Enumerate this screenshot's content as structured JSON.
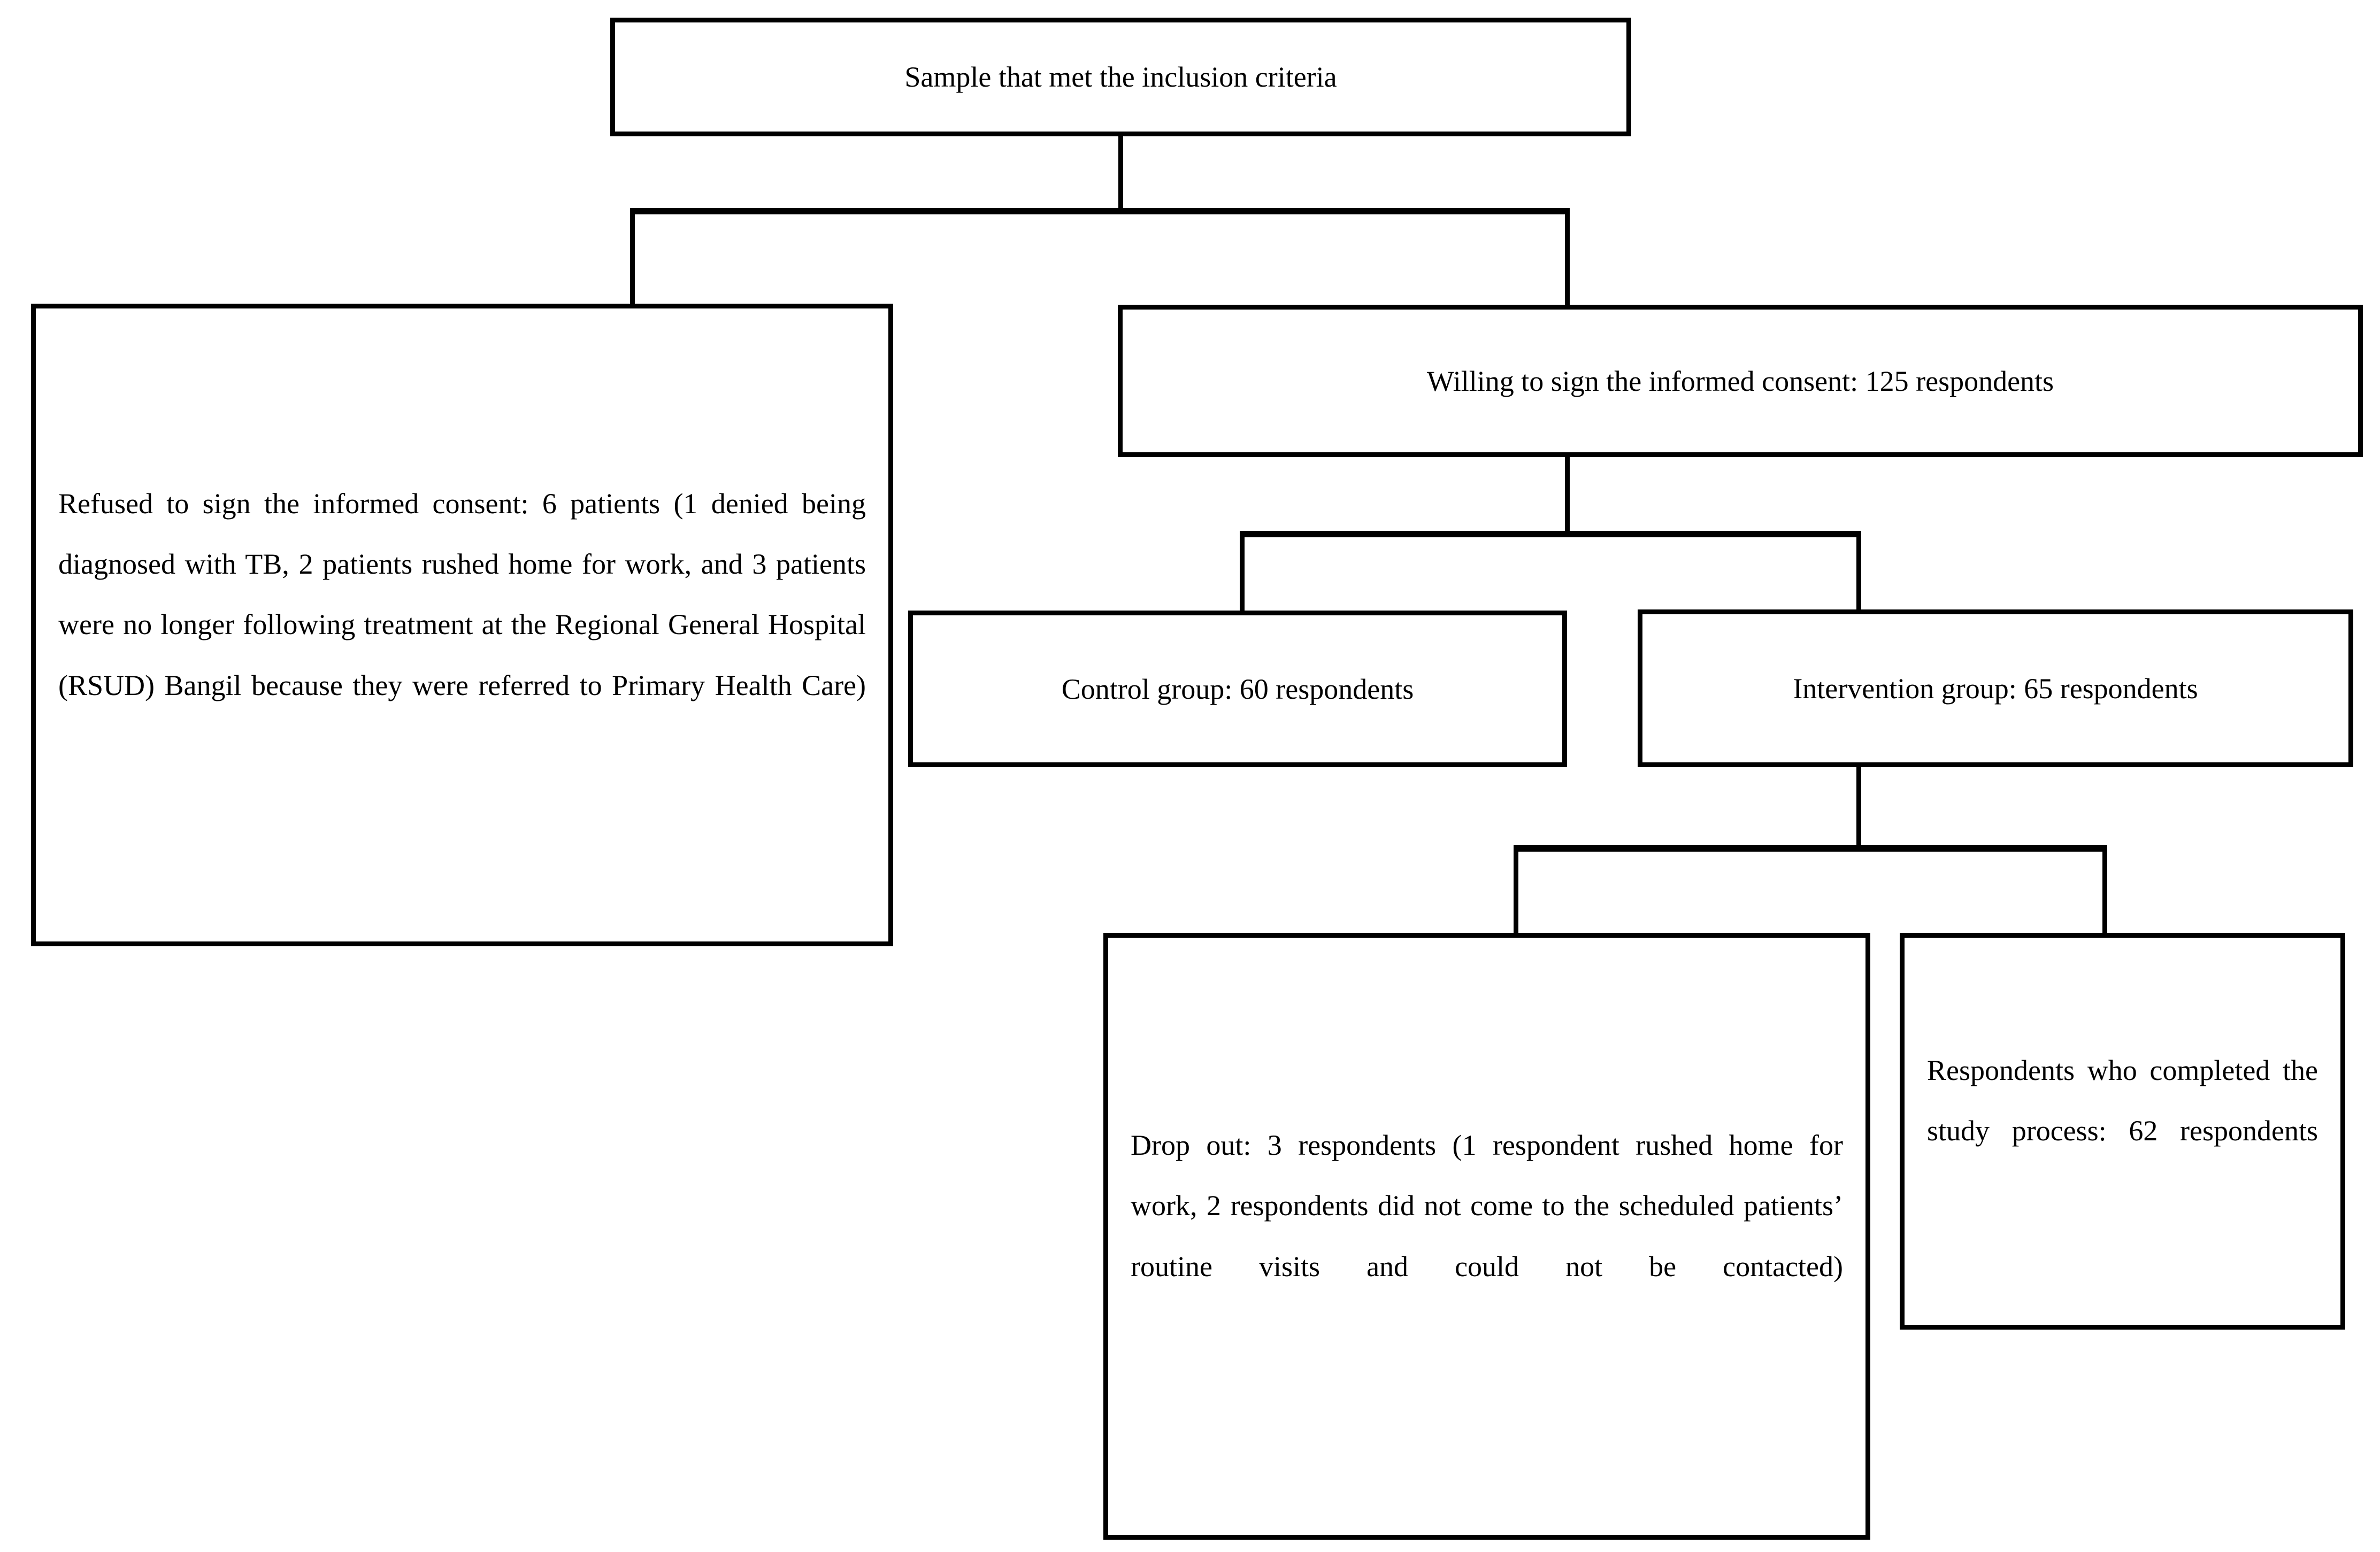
{
  "diagram": {
    "type": "flowchart",
    "title": "Participant flow diagram",
    "orientation": "top-down",
    "line_color": "#000000",
    "box_fill": "#ffffff",
    "box_border_color": "#000000"
  },
  "nodes": {
    "inclusion": {
      "label": "Sample that met the inclusion criteria"
    },
    "refused": {
      "label": "Refused to sign the informed consent: 6 patients (1 denied being diagnosed with TB, 2 patients rushed home for work, and 3 patients were no longer following treatment at the Regional General Hospital (RSUD) Bangil because they were referred to Primary Health Care)"
    },
    "willing": {
      "label": "Willing to sign the informed consent: 125 respondents"
    },
    "control": {
      "label": "Control group: 60 respondents"
    },
    "intervention": {
      "label": "Intervention group: 65 respondents"
    },
    "dropout": {
      "label": "Drop out: 3 respondents (1 respondent rushed home for work, 2 respondents did not come to the scheduled patients’ routine visits and could not be contacted)"
    },
    "completed": {
      "label": "Respondents who completed the study process: 62 respondents"
    }
  },
  "counts": {
    "willing_respondents": 125,
    "refused_patients": 6,
    "refused_denied_tb": 1,
    "refused_rushed_home": 2,
    "refused_no_longer_following": 3,
    "control_respondents": 60,
    "intervention_respondents": 65,
    "dropout_respondents": 3,
    "dropout_rushed_home": 1,
    "dropout_missed_visits": 2,
    "completed_respondents": 62
  },
  "edges": [
    {
      "from": "inclusion",
      "to": "refused"
    },
    {
      "from": "inclusion",
      "to": "willing"
    },
    {
      "from": "willing",
      "to": "control"
    },
    {
      "from": "willing",
      "to": "intervention"
    },
    {
      "from": "intervention",
      "to": "dropout"
    },
    {
      "from": "intervention",
      "to": "completed"
    }
  ]
}
